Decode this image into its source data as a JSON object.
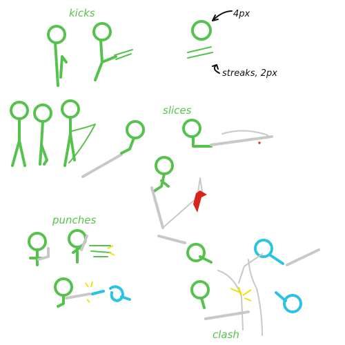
{
  "labels": {
    "kicks": "kicks",
    "size_note": "4px",
    "streaks_note": "streaks, 2px",
    "slices": "slices",
    "punches": "punches",
    "clash": "clash"
  },
  "colors": {
    "figure": "#55c24d",
    "opponent": "#2bc3e3",
    "trail": "#c8c8c8",
    "blood": "#d9241c",
    "spark": "#f2e200",
    "ink": "#111111"
  }
}
